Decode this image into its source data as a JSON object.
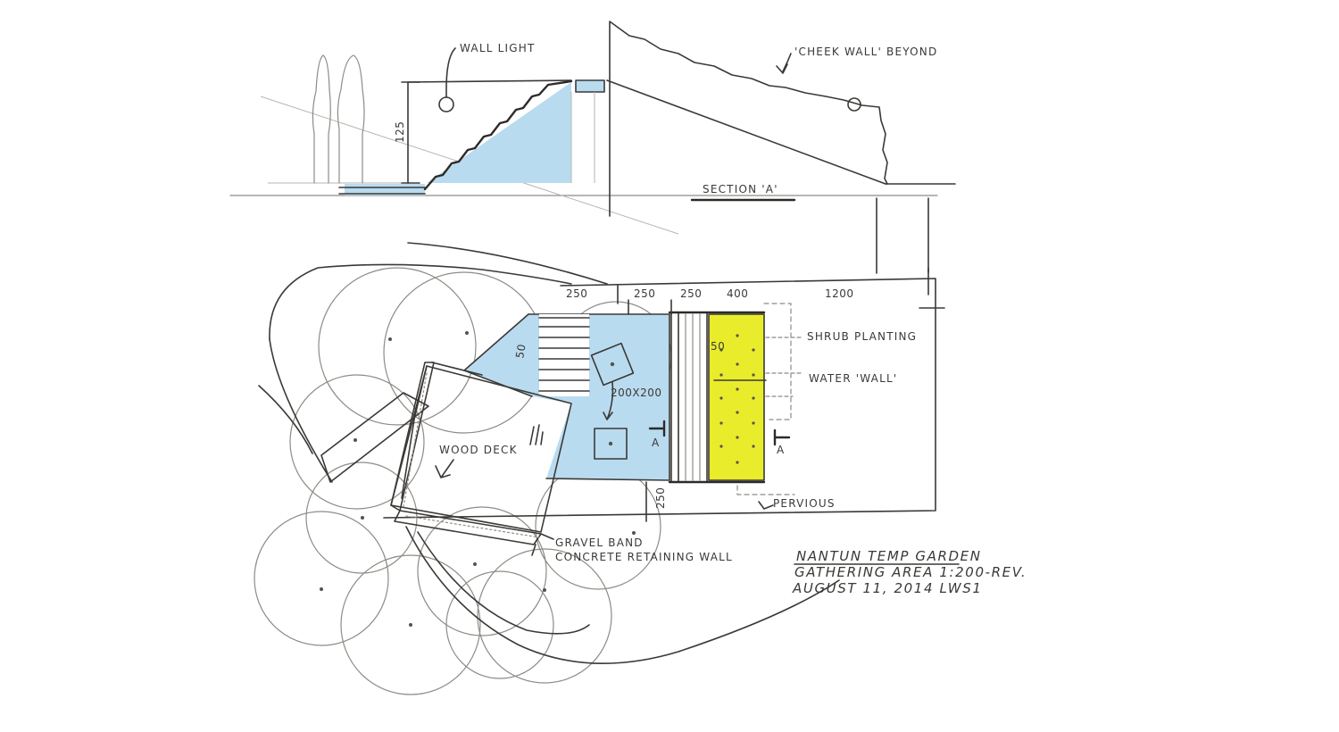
{
  "colors": {
    "water": "#b9dbf0",
    "planting": "#e9ec2a",
    "ink": "#3b3936",
    "paper": "#ffffff"
  },
  "section": {
    "label": "SECTION 'A'",
    "wall_light": "WALL LIGHT",
    "cheek_wall": "'CHEEK WALL' BEYOND",
    "height_dim": "125"
  },
  "plan": {
    "dims": {
      "d250a": "250",
      "d250b": "250",
      "d250c": "250",
      "d400": "400",
      "d1200": "1200",
      "d50a": "50",
      "d50b": "50",
      "d200x200": "200X200",
      "d250d": "250"
    },
    "labels": {
      "shrub": "SHRUB PLANTING",
      "water_wall": "WATER 'WALL'",
      "pervious": "PERVIOUS",
      "wood_deck": "WOOD DECK",
      "gravel": "GRAVEL BAND",
      "concrete": "CONCRETE RETAINING WALL",
      "sectionA1": "A",
      "sectionA2": "A"
    }
  },
  "title_block": {
    "line1": "NANTUN TEMP GARDEN",
    "line2": "GATHERING AREA 1:200-REV.",
    "line3": "AUGUST 11, 2014 LWS1"
  }
}
